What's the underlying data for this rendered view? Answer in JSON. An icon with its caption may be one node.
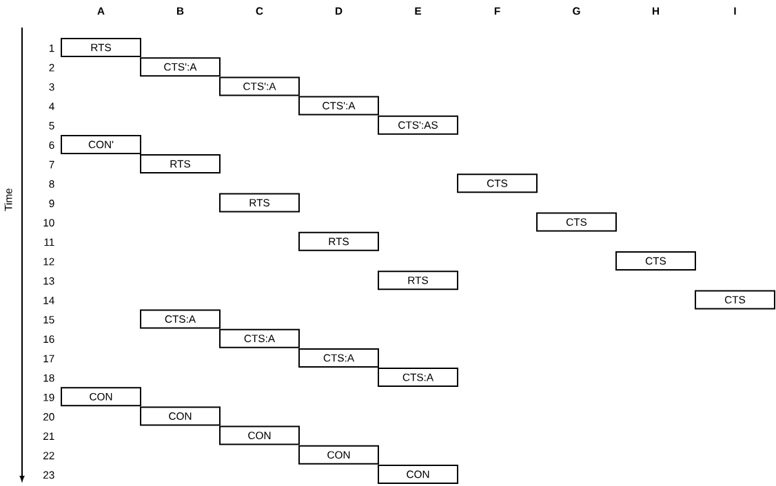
{
  "diagram": {
    "nodes": [
      {
        "text": [
          "RTS"
        ]
      },
      {
        "text": [
          "CTS':A"
        ]
      },
      {
        "text": [
          "CTS':A"
        ]
      },
      {
        "text": [
          "CTS':A"
        ]
      },
      {
        "text": [
          "CTS':AS"
        ]
      },
      {
        "text": [
          "CON'"
        ]
      },
      {
        "text": [
          "RTS"
        ]
      },
      {
        "text": [
          "CTS"
        ]
      },
      {
        "text": [
          "RTS"
        ]
      },
      {
        "text": [
          "CTS"
        ]
      },
      {
        "text": [
          "RTS"
        ]
      },
      {
        "text": [
          "CTS"
        ]
      },
      {
        "text": [
          "RTS"
        ]
      },
      {
        "text": [
          "CTS"
        ]
      },
      {
        "text": [
          "CTS:A"
        ]
      },
      {
        "text": [
          "CTS:A"
        ]
      },
      {
        "text": [
          "CTS:A"
        ]
      },
      {
        "text": [
          "CTS:A"
        ]
      },
      {
        "text": [
          "CON"
        ]
      },
      {
        "text": [
          "CON"
        ]
      },
      {
        "text": [
          "CON"
        ]
      },
      {
        "text": [
          "CON"
        ]
      },
      {
        "text": [
          "CON"
        ]
      }
    ],
    "labels": [
      "A",
      "B",
      "C",
      "D",
      "E",
      "F",
      "G",
      "H",
      "I",
      "Time",
      "1",
      "2",
      "3",
      "4",
      "5",
      "6",
      "7",
      "8",
      "9",
      "10",
      "11",
      "12",
      "13",
      "14",
      "15",
      "16",
      "17",
      "18",
      "19",
      "20",
      "21",
      "22",
      "23"
    ]
  }
}
